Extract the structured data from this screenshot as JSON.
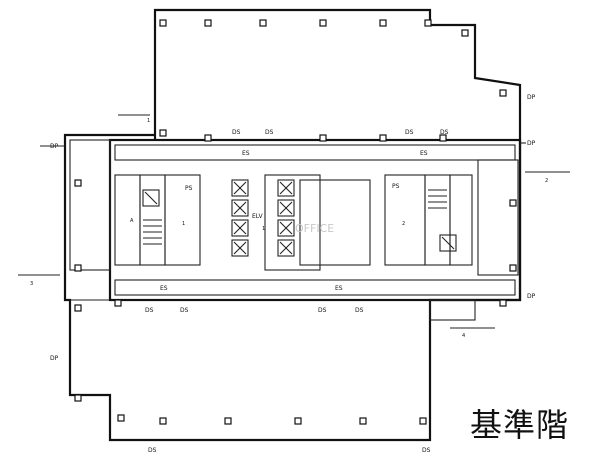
{
  "title": "基準階",
  "watermark": "OFFICE",
  "labels": {
    "dp": "DP",
    "ds": "DS",
    "es": "ES",
    "ps": "PS",
    "elv": "ELV",
    "refresh1": "1",
    "refresh2": "2",
    "refresh3": "3",
    "refresh4": "4",
    "room1": "1",
    "room2": "2",
    "roomA": "A"
  },
  "colors": {
    "line": "#111111",
    "background": "#ffffff"
  }
}
